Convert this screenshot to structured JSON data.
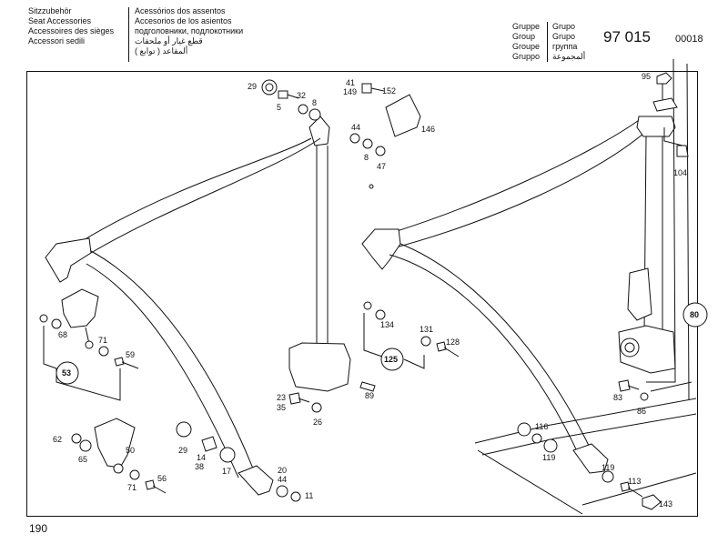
{
  "header": {
    "titles_left": [
      "Sitzzubehör",
      "Seat Accessories",
      "Accessoires des sièges",
      "Accessori sedili"
    ],
    "titles_right": [
      "Acessórios dos assentos",
      "Accesorios de los asientos",
      "подголовники, подлокотники",
      "قطع غيار أو ملحقات",
      "( توابع ) ألمقاعد"
    ],
    "group_labels": [
      "Gruppe",
      "Group",
      "Groupe",
      "Gruppo"
    ],
    "group_labels_2": [
      "Grupo",
      "Grupo",
      "группа",
      "ألمجموعة"
    ],
    "group_number": "97 015",
    "page_code": "00018"
  },
  "page_number": "190",
  "diagram": {
    "part_labels": {
      "p29a": "29",
      "p5": "5",
      "p32": "32",
      "p8a": "8",
      "p41": "41",
      "p149": "149",
      "p152": "152",
      "p146": "146",
      "p44a": "44",
      "p8b": "8",
      "p47": "47",
      "p95": "95",
      "p104": "104",
      "p68": "68",
      "p71a": "71",
      "p59": "59",
      "p134": "134",
      "p131": "131",
      "p128": "128",
      "p23": "23",
      "p35": "35",
      "p26": "26",
      "p89": "89",
      "p83": "83",
      "p86": "86",
      "p62": "62",
      "p65": "65",
      "p50": "50",
      "p71b": "71",
      "p56": "56",
      "p29b": "29",
      "p14": "14",
      "p38": "38",
      "p17": "17",
      "p20": "20",
      "p44b": "44",
      "p11": "11",
      "p116": "116",
      "p119a": "119",
      "p119b": "119",
      "p113": "113",
      "p143": "143"
    },
    "callouts": {
      "c53": "53",
      "c125": "125",
      "c80": "80"
    }
  }
}
